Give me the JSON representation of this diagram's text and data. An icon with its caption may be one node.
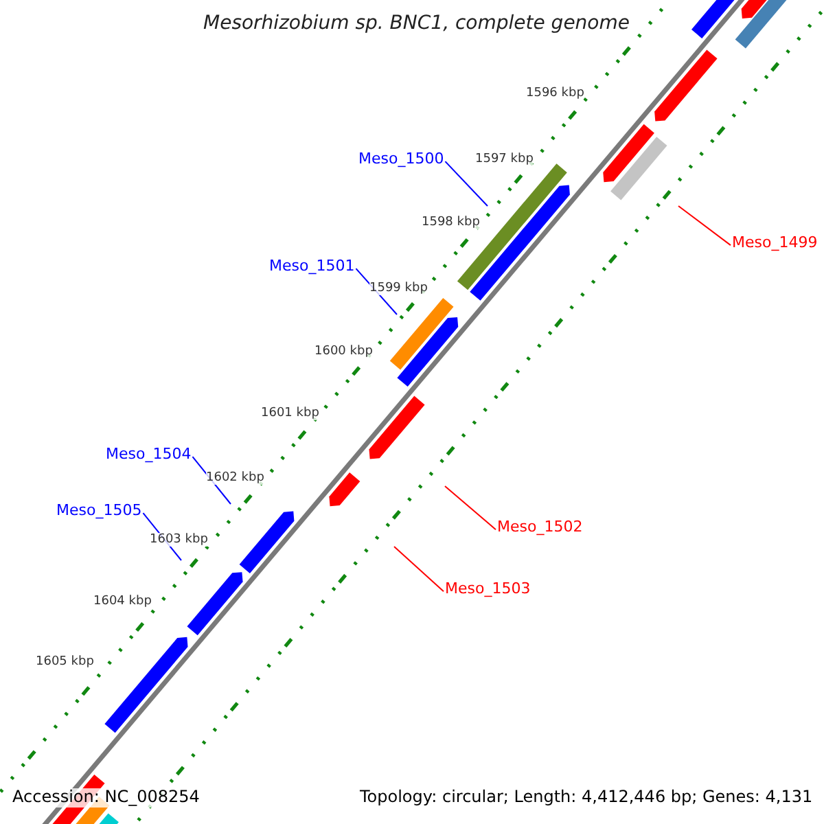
{
  "diagram": {
    "title": "Mesorhizobium sp. BNC1, complete genome",
    "nodes": [
      {
        "text": [
          "Meso_1500"
        ]
      },
      {
        "text": [
          "Meso_1499"
        ]
      },
      {
        "text": [
          "Meso_1501"
        ]
      },
      {
        "text": [
          "Meso_1504"
        ]
      },
      {
        "text": [
          "Meso_1505"
        ]
      },
      {
        "text": [
          "Meso_1502"
        ]
      },
      {
        "text": [
          "Meso_1503"
        ]
      }
    ],
    "edges": [
      {
        "from": 0,
        "to": null,
        "arrow": "none"
      },
      {
        "from": 1,
        "to": null,
        "arrow": "none",
        "color": "#ff0000"
      },
      {
        "from": 2,
        "to": null,
        "arrow": "none"
      },
      {
        "from": 3,
        "to": null,
        "arrow": "none"
      },
      {
        "from": 4,
        "to": null,
        "arrow": "none"
      },
      {
        "from": 5,
        "to": null,
        "arrow": "none",
        "color": "#ff0000"
      },
      {
        "from": 6,
        "to": null,
        "arrow": "none",
        "color": "#ff0000"
      }
    ],
    "labels": [
      "1596 kbp",
      "1597 kbp",
      "1598 kbp",
      "1599 kbp",
      "1600 kbp",
      "1601 kbp",
      "1602 kbp",
      "1603 kbp",
      "1604 kbp",
      "1605 kbp",
      "Accession: NC_008254",
      "Topology: circular; Length: 4,412,446 bp; Genes: 4,131"
    ]
  }
}
